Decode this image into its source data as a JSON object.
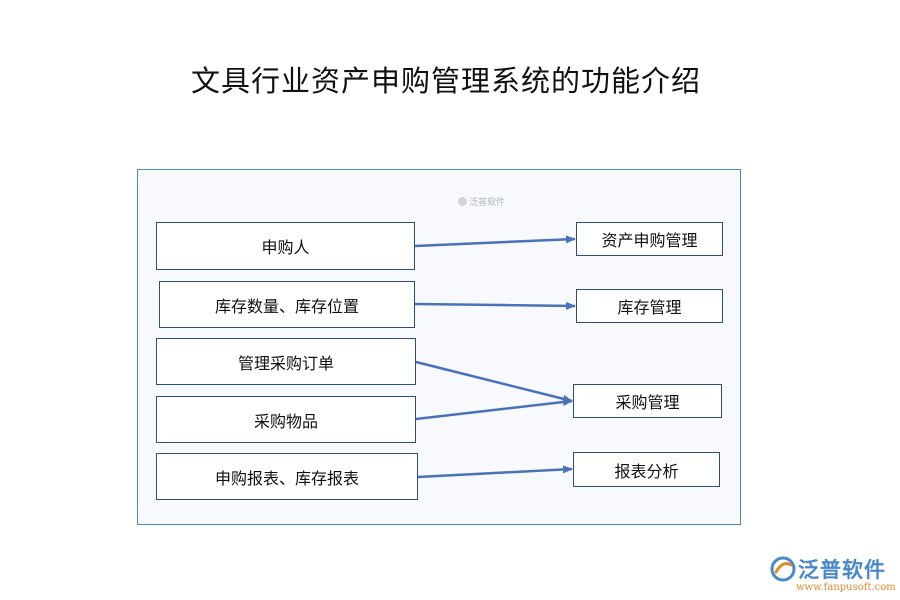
{
  "title": "文具行业资产申购管理系统的功能介绍",
  "panel_watermark": "泛普软件",
  "left_nodes": [
    {
      "label": "申购人"
    },
    {
      "label": "库存数量、库存位置"
    },
    {
      "label": "管理采购订单"
    },
    {
      "label": "采购物品"
    },
    {
      "label": "申购报表、库存报表"
    }
  ],
  "right_nodes": [
    {
      "label": "资产申购管理"
    },
    {
      "label": "库存管理"
    },
    {
      "label": "采购管理"
    },
    {
      "label": "报表分析"
    }
  ],
  "connections": [
    {
      "from": "申购人",
      "to": "资产申购管理"
    },
    {
      "from": "库存数量、库存位置",
      "to": "库存管理"
    },
    {
      "from": "管理采购订单",
      "to": "采购管理"
    },
    {
      "from": "采购物品",
      "to": "采购管理"
    },
    {
      "from": "申购报表、库存报表",
      "to": "报表分析"
    }
  ],
  "brand": {
    "name": "泛普软件",
    "url": "www.fanpusoft.com"
  },
  "colors": {
    "panel_border": "#4f87c6",
    "panel_fill": "#f7f9fc",
    "node_border": "#2e4f7a",
    "arrow": "#4a72b8",
    "brand_blue": "#4a88c7",
    "brand_orange": "#e08a2e"
  }
}
